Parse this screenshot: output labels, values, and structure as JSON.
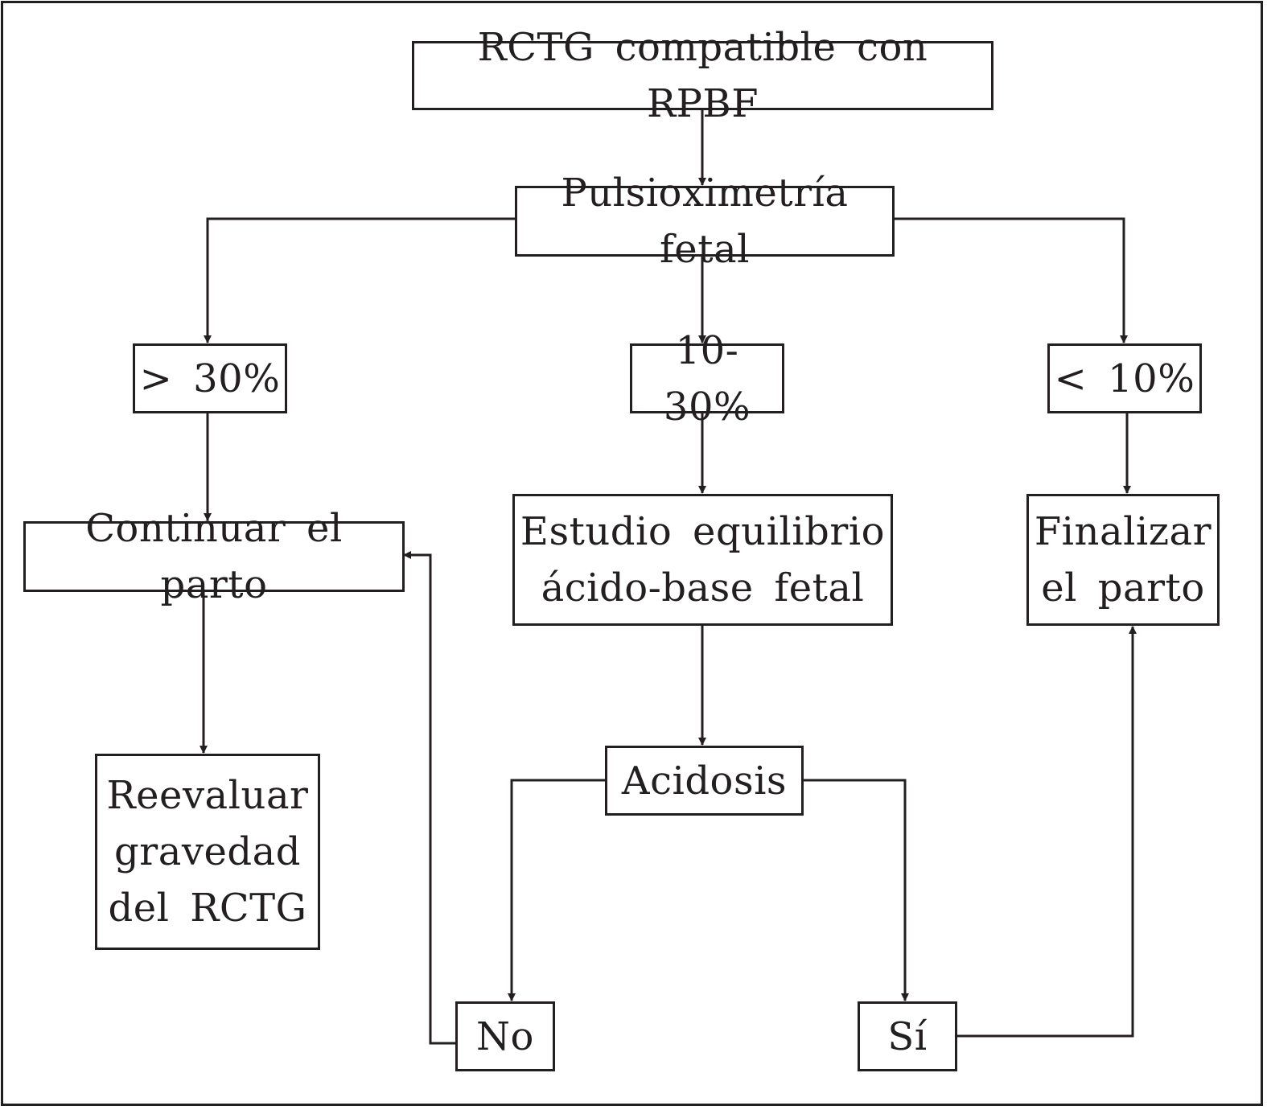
{
  "diagram": {
    "nodes": {
      "rctg": "RCTG compatible con RPBF",
      "pulsioximetria": "Pulsioximetría fetal",
      "gt30": "> 30%",
      "range10_30": "10-30%",
      "lt10": "< 10%",
      "continuar": "Continuar el parto",
      "estudio": [
        "Estudio equilibrio",
        "ácido-base fetal"
      ],
      "finalizar": [
        "Finalizar",
        "el parto"
      ],
      "reevaluar": [
        "Reevaluar",
        "gravedad",
        "del RCTG"
      ],
      "acidosis": "Acidosis",
      "no": "No",
      "si": "Sí"
    },
    "edges": [
      [
        "rctg",
        "pulsioximetria"
      ],
      [
        "pulsioximetria",
        "gt30"
      ],
      [
        "pulsioximetria",
        "range10_30"
      ],
      [
        "pulsioximetria",
        "lt10"
      ],
      [
        "gt30",
        "continuar"
      ],
      [
        "range10_30",
        "estudio"
      ],
      [
        "lt10",
        "finalizar"
      ],
      [
        "continuar",
        "reevaluar"
      ],
      [
        "estudio",
        "acidosis"
      ],
      [
        "acidosis",
        "no"
      ],
      [
        "acidosis",
        "si"
      ],
      [
        "no",
        "continuar"
      ],
      [
        "si",
        "finalizar"
      ]
    ],
    "colors": {
      "stroke": "#231f20",
      "background": "#ffffff"
    }
  }
}
